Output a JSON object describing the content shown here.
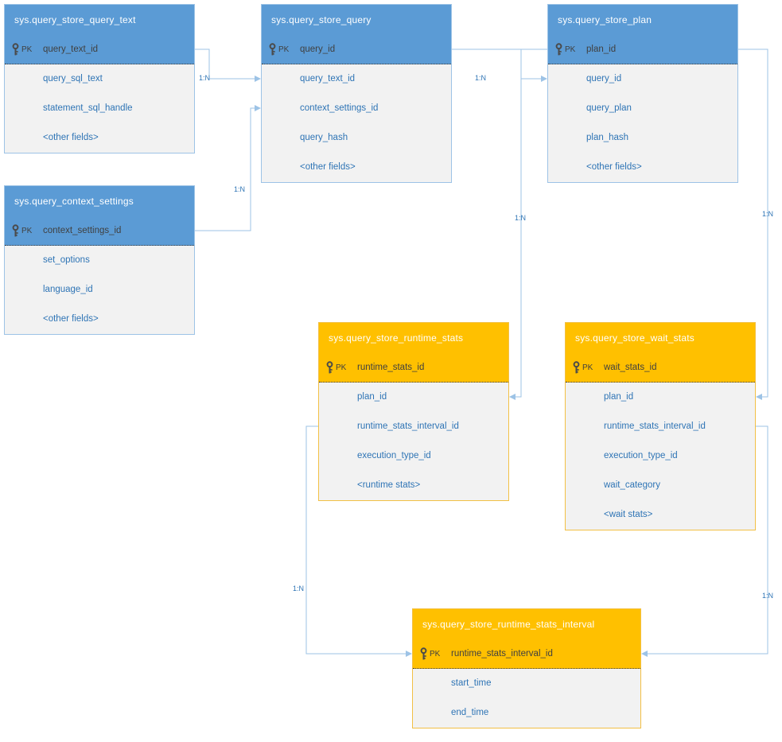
{
  "diagram_type": "entity-relationship",
  "tables": [
    {
      "name": "sys.query_store_query_text",
      "theme": "blue",
      "pk_label": "PK",
      "pk_field": "query_text_id",
      "fields": [
        "query_sql_text",
        "statement_sql_handle",
        "<other fields>"
      ]
    },
    {
      "name": "sys.query_store_query",
      "theme": "blue",
      "pk_label": "PK",
      "pk_field": "query_id",
      "fields": [
        "query_text_id",
        "context_settings_id",
        "query_hash",
        "<other fields>"
      ]
    },
    {
      "name": "sys.query_store_plan",
      "theme": "blue",
      "pk_label": "PK",
      "pk_field": "plan_id",
      "fields": [
        "query_id",
        "query_plan",
        "plan_hash",
        "<other fields>"
      ]
    },
    {
      "name": "sys.query_context_settings",
      "theme": "blue",
      "pk_label": "PK",
      "pk_field": "context_settings_id",
      "fields": [
        "set_options",
        "language_id",
        "<other fields>"
      ]
    },
    {
      "name": "sys.query_store_runtime_stats",
      "theme": "orange",
      "pk_label": "PK",
      "pk_field": "runtime_stats_id",
      "fields": [
        "plan_id",
        "runtime_stats_interval_id",
        "execution_type_id",
        "<runtime stats>"
      ]
    },
    {
      "name": "sys.query_store_wait_stats",
      "theme": "orange",
      "pk_label": "PK",
      "pk_field": "wait_stats_id",
      "fields": [
        "plan_id",
        "runtime_stats_interval_id",
        "execution_type_id",
        "wait_category",
        "<wait stats>"
      ]
    },
    {
      "name": "sys.query_store_runtime_stats_interval",
      "theme": "orange",
      "pk_label": "PK",
      "pk_field": "runtime_stats_interval_id",
      "fields": [
        "start_time",
        "end_time"
      ]
    }
  ],
  "relationships": [
    {
      "from": "sys.query_store_query_text",
      "to": "sys.query_store_query",
      "label": "1:N"
    },
    {
      "from": "sys.query_context_settings",
      "to": "sys.query_store_query",
      "label": "1:N"
    },
    {
      "from": "sys.query_store_query",
      "to": "sys.query_store_plan",
      "label": "1:N"
    },
    {
      "from": "sys.query_store_plan",
      "to": "sys.query_store_runtime_stats",
      "label": "1:N"
    },
    {
      "from": "sys.query_store_plan",
      "to": "sys.query_store_wait_stats",
      "label": "1:N"
    },
    {
      "from": "sys.query_store_runtime_stats",
      "to": "sys.query_store_runtime_stats_interval",
      "label": "1:N"
    },
    {
      "from": "sys.query_store_wait_stats",
      "to": "sys.query_store_runtime_stats_interval",
      "label": "1:N"
    }
  ],
  "colors": {
    "background": "#FFFFFF",
    "blue_header": "#5B9BD5",
    "blue_border": "#9DC3E6",
    "orange_header": "#FFC000",
    "orange_border": "#F2C045",
    "body_bg": "#F2F2F2",
    "body_text": "#2E74B5",
    "pk_text": "#404040",
    "header_text": "#FFFFFF",
    "connector": "#9DC3E6",
    "cardinality_text": "#2E74B5"
  }
}
